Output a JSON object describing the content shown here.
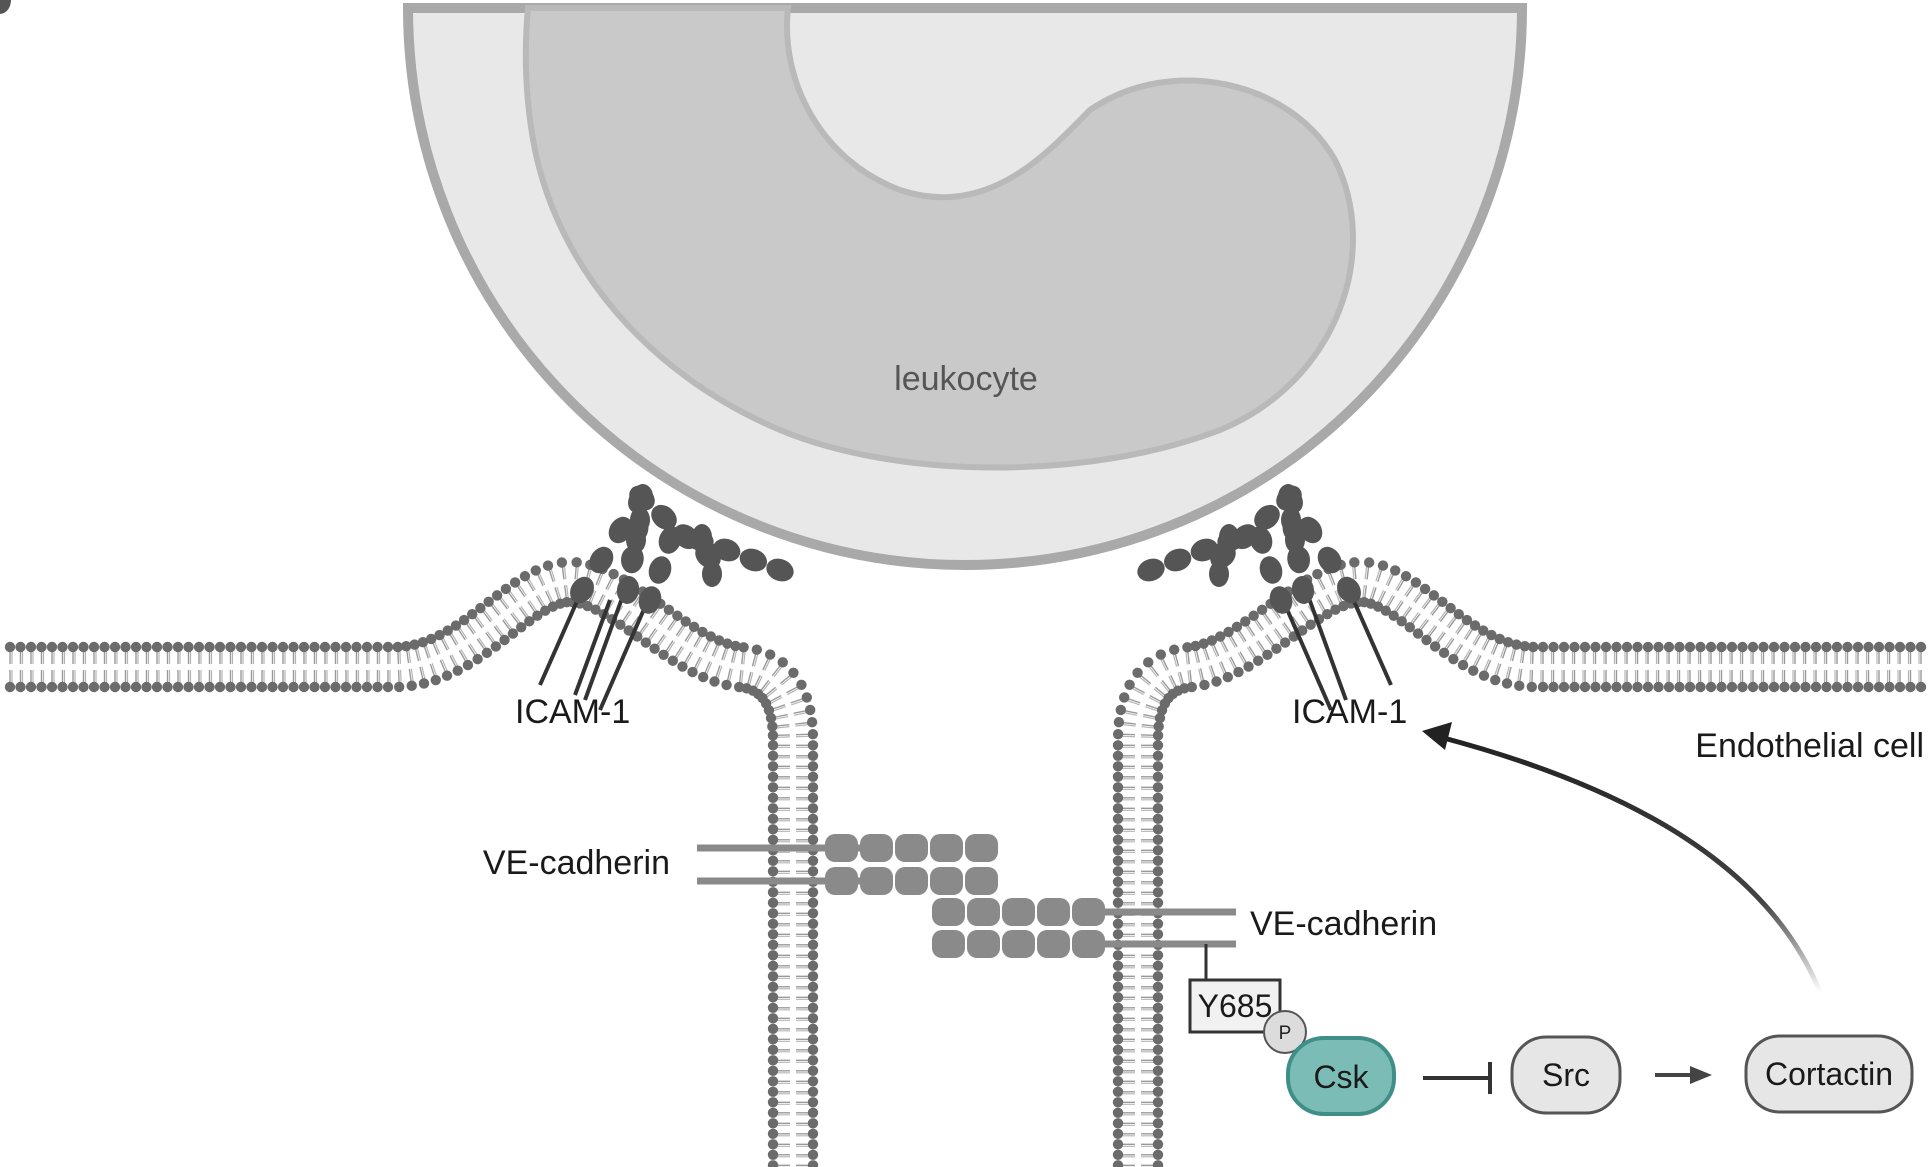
{
  "diagram": {
    "cells": {
      "leukocyte": "leukocyte",
      "endothelial": "Endothelial cell"
    },
    "labels": {
      "icam_left": "ICAM-1",
      "icam_right": "ICAM-1",
      "vecad_left": "VE-cadherin",
      "vecad_right": "VE-cadherin",
      "y685": "Y685",
      "phospho": "P"
    },
    "nodes": {
      "csk": "Csk",
      "src": "Src",
      "cortactin": "Cortactin"
    },
    "edges": [
      {
        "from": "Csk",
        "to": "Src",
        "type": "inhibition"
      },
      {
        "from": "Src",
        "to": "Cortactin",
        "type": "activation"
      },
      {
        "from": "Cortactin",
        "to": "ICAM-1",
        "type": "activation"
      }
    ],
    "colors": {
      "csk_fill": "#7bbdb6",
      "csk_stroke": "#3f8f88",
      "node_fill": "#e6e6e6",
      "node_stroke": "#555555",
      "membrane_head": "#6b6b6b",
      "cell_outer": "#a9a9a9",
      "cell_body": "#e8e8e8",
      "nucleus": "#c9c9c9",
      "cadherin": "#8a8a8a"
    }
  }
}
